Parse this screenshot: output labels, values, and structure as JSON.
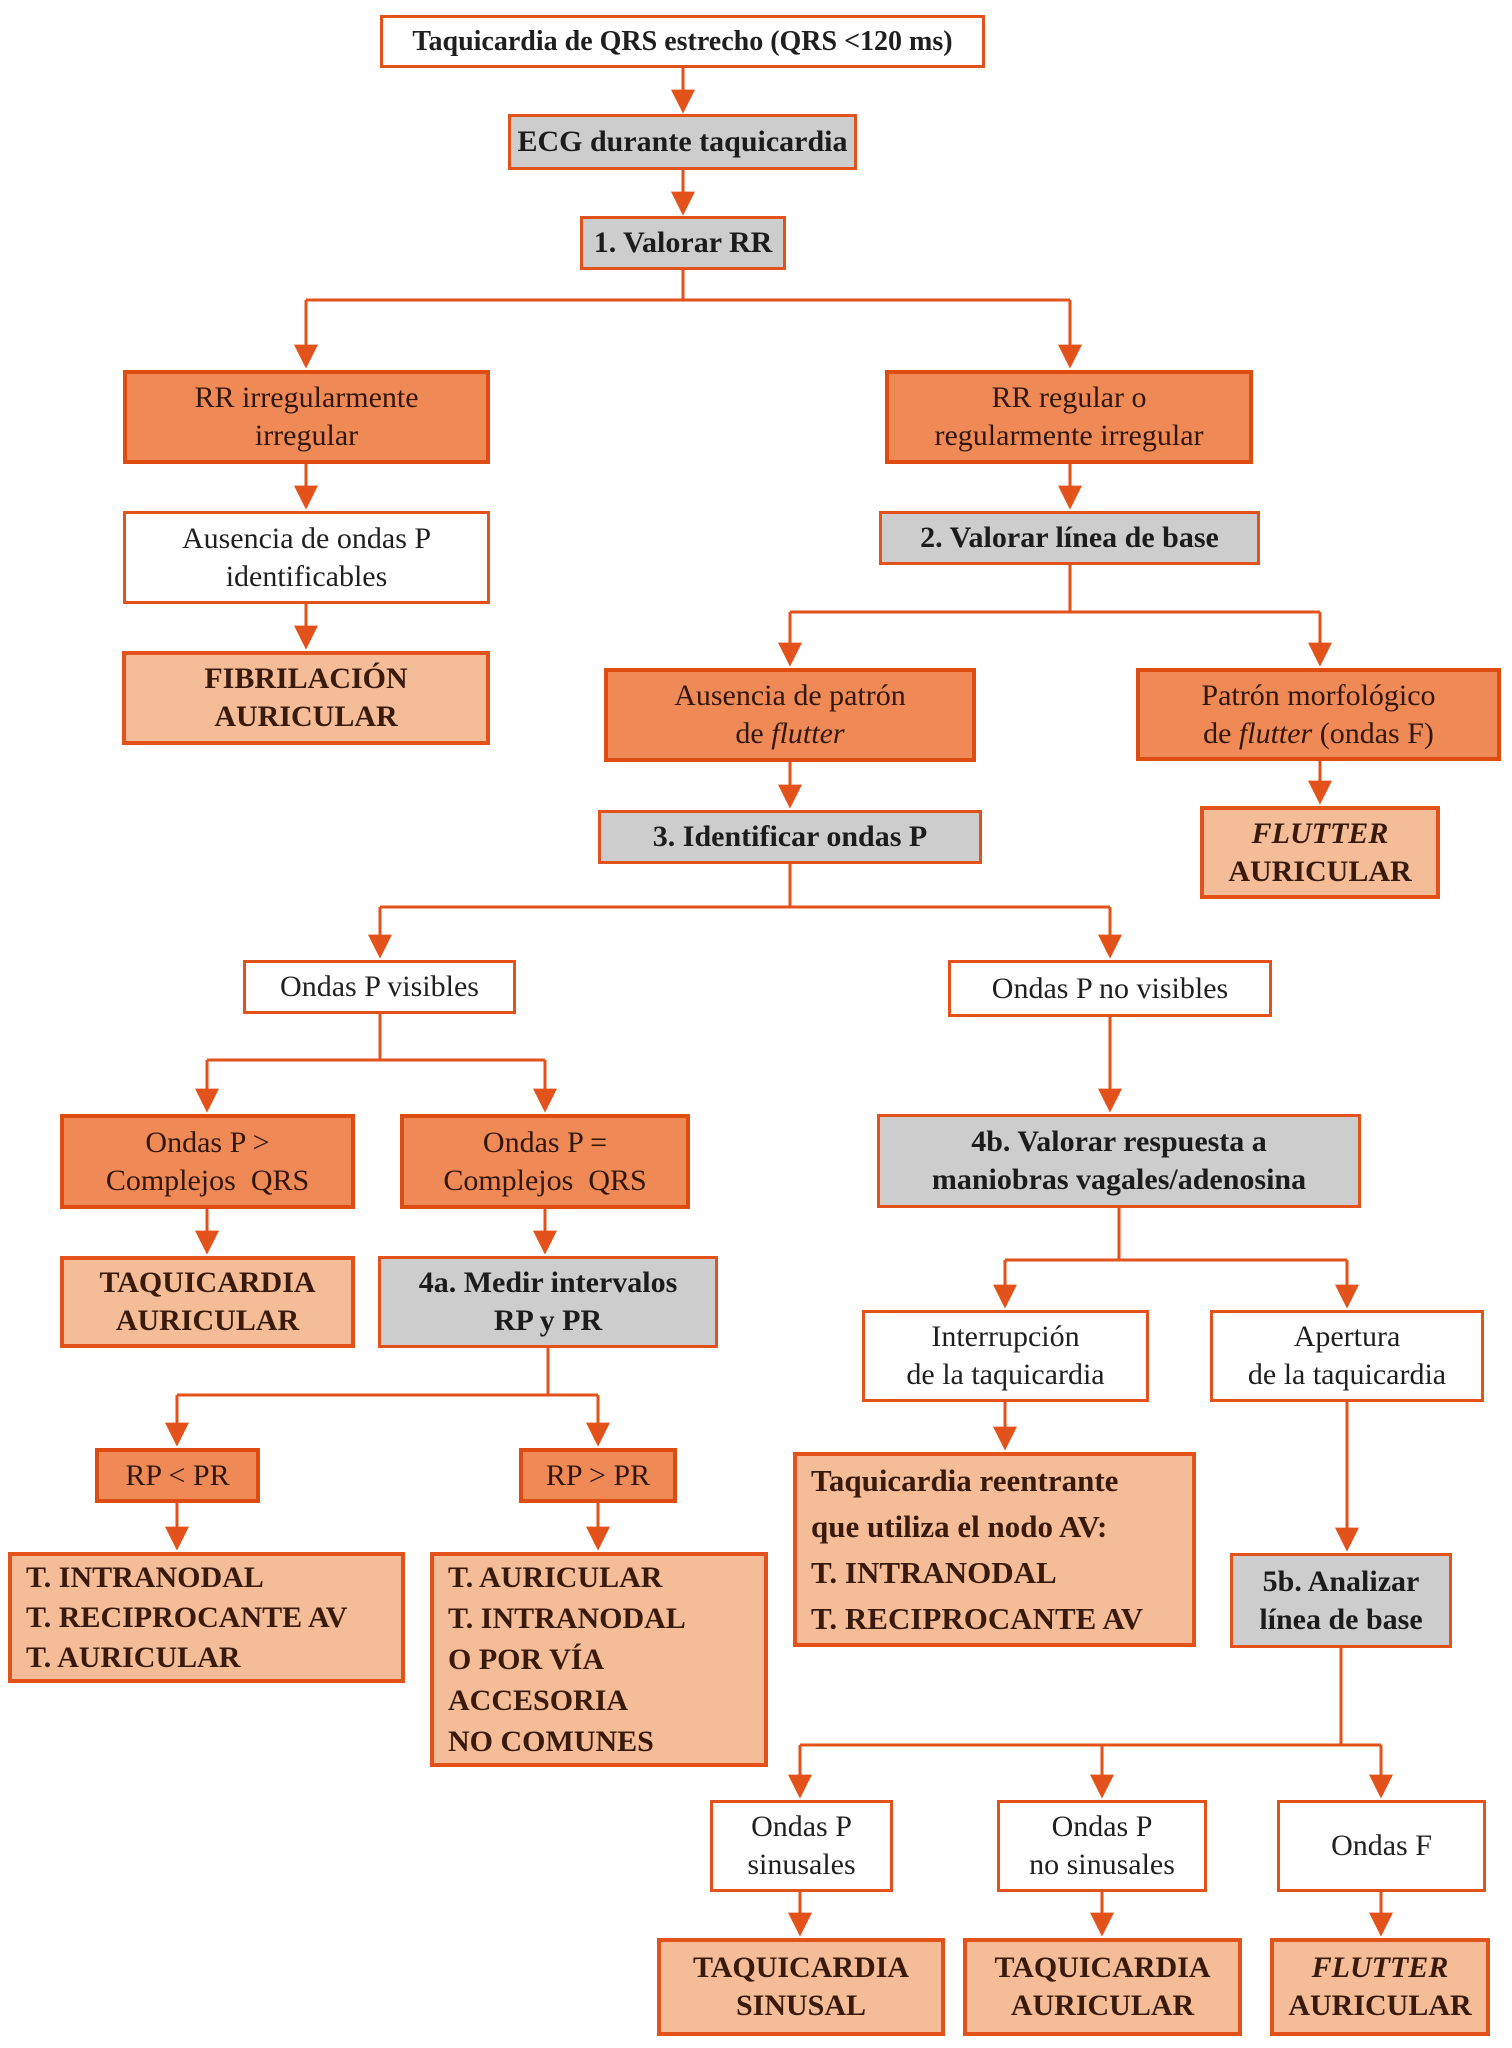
{
  "diagram": {
    "colors": {
      "accent_orange": "#e3521a",
      "decision_fill": "#ef8a57",
      "result_fill": "#f4bd98",
      "step_fill": "#cdcdcd",
      "dark_text": "#3a1a0c"
    },
    "nodes": {
      "title": {
        "text": "Taquicardia de QRS estrecho (QRS <120 ms)"
      },
      "ecg": {
        "text": "ECG durante taquicardia"
      },
      "step1": {
        "text": "1. Valorar RR"
      },
      "rrIrregular": {
        "line1": "RR irregularmente",
        "line2": "irregular"
      },
      "ausenciaOndasP": {
        "line1": "Ausencia de ondas P",
        "line2": "identificables"
      },
      "fibrilacion": {
        "line1": "FIBRILACIÓN",
        "line2": "AURICULAR"
      },
      "rrRegular": {
        "line1": "RR regular o",
        "line2": "regularmente irregular"
      },
      "step2": {
        "text": "2. Valorar línea de base"
      },
      "ausenciaPatron": {
        "line1": "Ausencia de patrón",
        "line2_pre": "de ",
        "line2_italic": "flutter"
      },
      "patronMorfologico": {
        "line1": "Patrón morfológico",
        "line2_pre": "de ",
        "line2_italic": "flutter",
        "line2_post": " (ondas F)"
      },
      "step3": {
        "text": "3. Identificar ondas P"
      },
      "flutterAuricular1": {
        "line1_italic": "FLUTTER",
        "line2": "AURICULAR"
      },
      "ondasPVisibles": {
        "text": "Ondas P visibles"
      },
      "ondasPNoVisibles": {
        "text": "Ondas P no visibles"
      },
      "ondasPMayor": {
        "line1": "Ondas P >",
        "line2": "Complejos  QRS"
      },
      "ondasPIgual": {
        "line1": "Ondas P =",
        "line2": "Complejos  QRS"
      },
      "step4b": {
        "line1": "4b. Valorar respuesta a",
        "line2": "maniobras vagales/adenosina"
      },
      "taquicardiaAuricular1": {
        "line1": "TAQUICARDIA",
        "line2": "AURICULAR"
      },
      "step4a": {
        "line1": "4a. Medir intervalos",
        "line2": "RP y PR"
      },
      "rpMenor": {
        "text": "RP < PR"
      },
      "rpMayor": {
        "text": "RP > PR"
      },
      "resultadoRpMenor": {
        "line1": "T. INTRANODAL",
        "line2": "T. RECIPROCANTE AV",
        "line3": "T. AURICULAR"
      },
      "resultadoRpMayor": {
        "line1": "T. AURICULAR",
        "line2": "T. INTRANODAL",
        "line3": "O POR VÍA",
        "line4": "ACCESORIA",
        "line5": "NO COMUNES"
      },
      "interrupcion": {
        "line1": "Interrupción",
        "line2": "de la taquicardia"
      },
      "apertura": {
        "line1": "Apertura",
        "line2": "de la taquicardia"
      },
      "reentrante": {
        "line1": "Taquicardia reentrante",
        "line2": "que utiliza el nodo AV:",
        "line3": "T. INTRANODAL",
        "line4": "T. RECIPROCANTE AV"
      },
      "step5b": {
        "line1": "5b. Analizar",
        "line2": "línea de base"
      },
      "ondasPSinusales": {
        "line1": "Ondas P",
        "line2": "sinusales"
      },
      "ondasPNoSinusales": {
        "line1": "Ondas P",
        "line2": "no sinusales"
      },
      "ondasF": {
        "text": "Ondas F"
      },
      "taquicardiaSinusal": {
        "line1": "TAQUICARDIA",
        "line2": "SINUSAL"
      },
      "taquicardiaAuricular2": {
        "line1": "TAQUICARDIA",
        "line2": "AURICULAR"
      },
      "flutterAuricular2": {
        "line1_italic": "FLUTTER",
        "line2": "AURICULAR"
      }
    }
  }
}
